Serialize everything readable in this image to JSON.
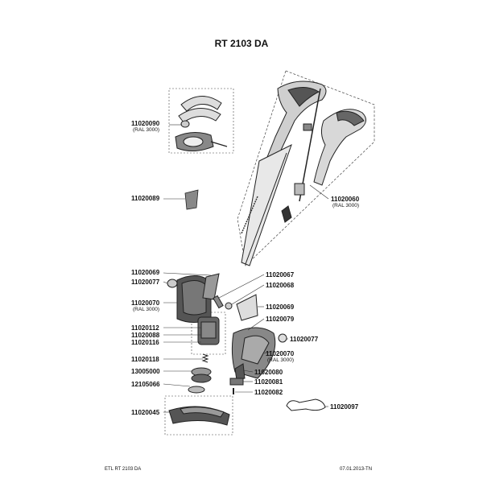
{
  "title": "RT 2103 DA",
  "footer": {
    "left": "ETL RT 2103 DA",
    "right": "07.01.2013-TN"
  },
  "labels": {
    "p11020090": "11020090",
    "p11020090_sub": "(RAL 3000)",
    "p11020089": "11020089",
    "p11020060": "11020060",
    "p11020060_sub": "(RAL 3000)",
    "p11020069a": "11020069",
    "p11020077a": "11020077",
    "p11020070a": "11020070",
    "p11020070a_sub": "(RAL 3000)",
    "p11020112": "11020112",
    "p11020088": "11020088",
    "p11020116": "11020116",
    "p11020118": "11020118",
    "p13005000": "13005000",
    "p12105066": "12105066",
    "p11020045": "11020045",
    "p11020067": "11020067",
    "p11020068": "11020068",
    "p11020069b": "11020069",
    "p11020079": "11020079",
    "p11020077b": "11020077",
    "p11020070b": "11020070",
    "p11020070b_sub": "(RAL 3000)",
    "p11020080": "11020080",
    "p11020081": "11020081",
    "p11020082": "11020082",
    "p11020097": "11020097"
  }
}
